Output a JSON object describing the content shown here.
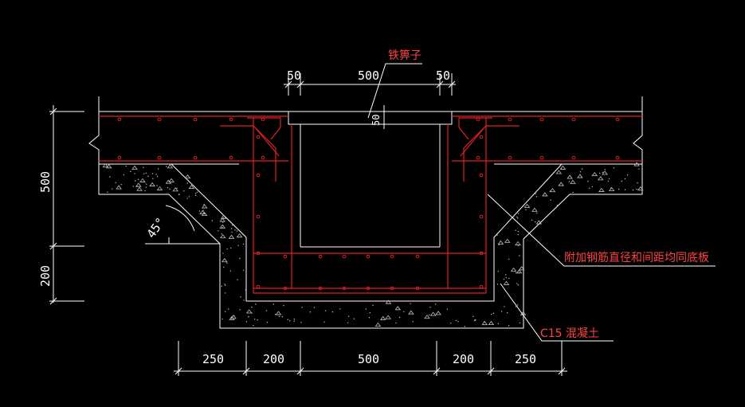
{
  "drawing": {
    "colors": {
      "background": "#000000",
      "line": "#ffffff",
      "rebar": "#e02020",
      "label": "#ff4040"
    },
    "labels": {
      "grate": "铁箅子",
      "extra_rebar": "附加钢筋直径和间距均同底板",
      "concrete": "C15 混凝土"
    },
    "angle": "45°",
    "top_dimensions": [
      "50",
      "500",
      "50"
    ],
    "bottom_dimensions": [
      "250",
      "200",
      "500",
      "200",
      "250"
    ],
    "left_dimensions": [
      "500",
      "200"
    ],
    "grate_thickness": "50"
  }
}
